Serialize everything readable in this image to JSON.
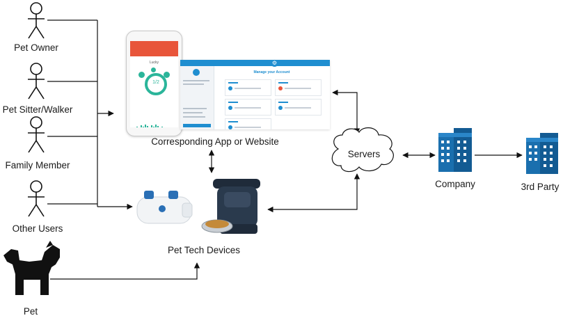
{
  "diagram": {
    "actors": [
      {
        "id": "pet-owner",
        "label": "Pet Owner"
      },
      {
        "id": "pet-sitter",
        "label": "Pet Sitter/Walker"
      },
      {
        "id": "family-member",
        "label": "Family Member"
      },
      {
        "id": "other-users",
        "label": "Other Users"
      },
      {
        "id": "pet",
        "label": "Pet"
      }
    ],
    "app_label": "Corresponding App or Website",
    "devices_label": "Pet Tech Devices",
    "servers_label": "Servers",
    "company_label": "Company",
    "third_party_label": "3rd Party",
    "app_screen": {
      "title": "Manage your Account",
      "pet_name": "Lucky",
      "ring_value": "1/2"
    },
    "colors": {
      "building": "#1a6fae",
      "building_window": "#ffffff",
      "line": "#111111",
      "accent_app": "#e8553a",
      "accent_site": "#1f8ed0",
      "accent_green": "#2bb59a"
    },
    "icons": {
      "user": "stick-figure-icon",
      "pet": "dog-icon",
      "servers": "cloud-icon",
      "company": "building-icon",
      "third_party": "building-icon"
    },
    "edges": [
      {
        "from": "users",
        "to": "app",
        "arrow": "end"
      },
      {
        "from": "users",
        "to": "devices",
        "arrow": "end"
      },
      {
        "from": "pet",
        "to": "devices",
        "arrow": "end"
      },
      {
        "from": "app",
        "to": "devices",
        "arrow": "both"
      },
      {
        "from": "app",
        "to": "servers",
        "arrow": "both"
      },
      {
        "from": "devices",
        "to": "servers",
        "arrow": "both"
      },
      {
        "from": "company",
        "to": "servers",
        "arrow": "both"
      },
      {
        "from": "company",
        "to": "third-party",
        "arrow": "end"
      }
    ]
  }
}
